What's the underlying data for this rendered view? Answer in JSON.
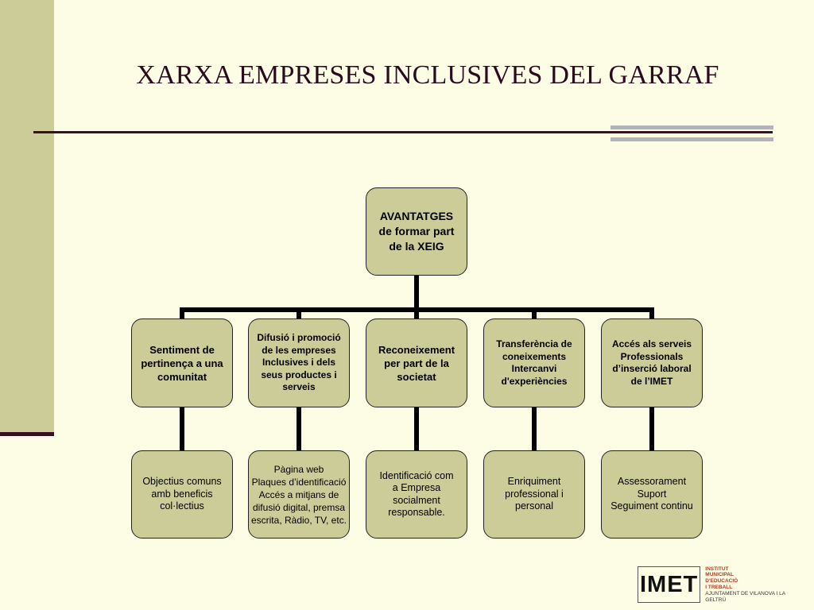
{
  "slide": {
    "title": "XARXA EMPRESES INCLUSIVES DEL GARRAF"
  },
  "diagram": {
    "root": "AVANTATGES\nde formar part\nde la XEIG",
    "branches": [
      {
        "heading": "Sentiment de\npertinença a una\ncomunitat",
        "detail": "Objectius comuns\namb beneficis\ncol·lectius"
      },
      {
        "heading": "Difusió i promoció\nde les empreses\nInclusives i dels\nseus productes i\nserveis",
        "detail": "Pàgina web\nPlaques d’identificació\nAccés a mitjans de\ndifusió digital, premsa\nescrita, Ràdio, TV, etc."
      },
      {
        "heading": "Reconeixement\nper part de la\nsocietat",
        "detail": "Identificació com\na Empresa\nsocialment\nresponsable."
      },
      {
        "heading": "Transferència de\nconeixements\nIntercanvi\nd'experiències",
        "detail": "Enriquiment\nprofessional i\npersonal"
      },
      {
        "heading": "Accés als serveis\nProfessionals\nd’inserció laboral\nde l’IMET",
        "detail": "Assessorament\nSuport\nSeguiment continu"
      }
    ]
  },
  "logo": {
    "mark": "IMET",
    "line1": "INSTITUT",
    "line2": "MUNICIPAL",
    "line3": "D'EDUCACIÓ",
    "line4": "I TREBALL",
    "sub": "AJUNTAMENT DE VILANOVA I LA GELTRÚ"
  },
  "colors": {
    "background": "#fdfde6",
    "box_fill": "#cccc99",
    "accent_dark": "#3a0f24",
    "accent_gray": "#b3b3bc"
  }
}
